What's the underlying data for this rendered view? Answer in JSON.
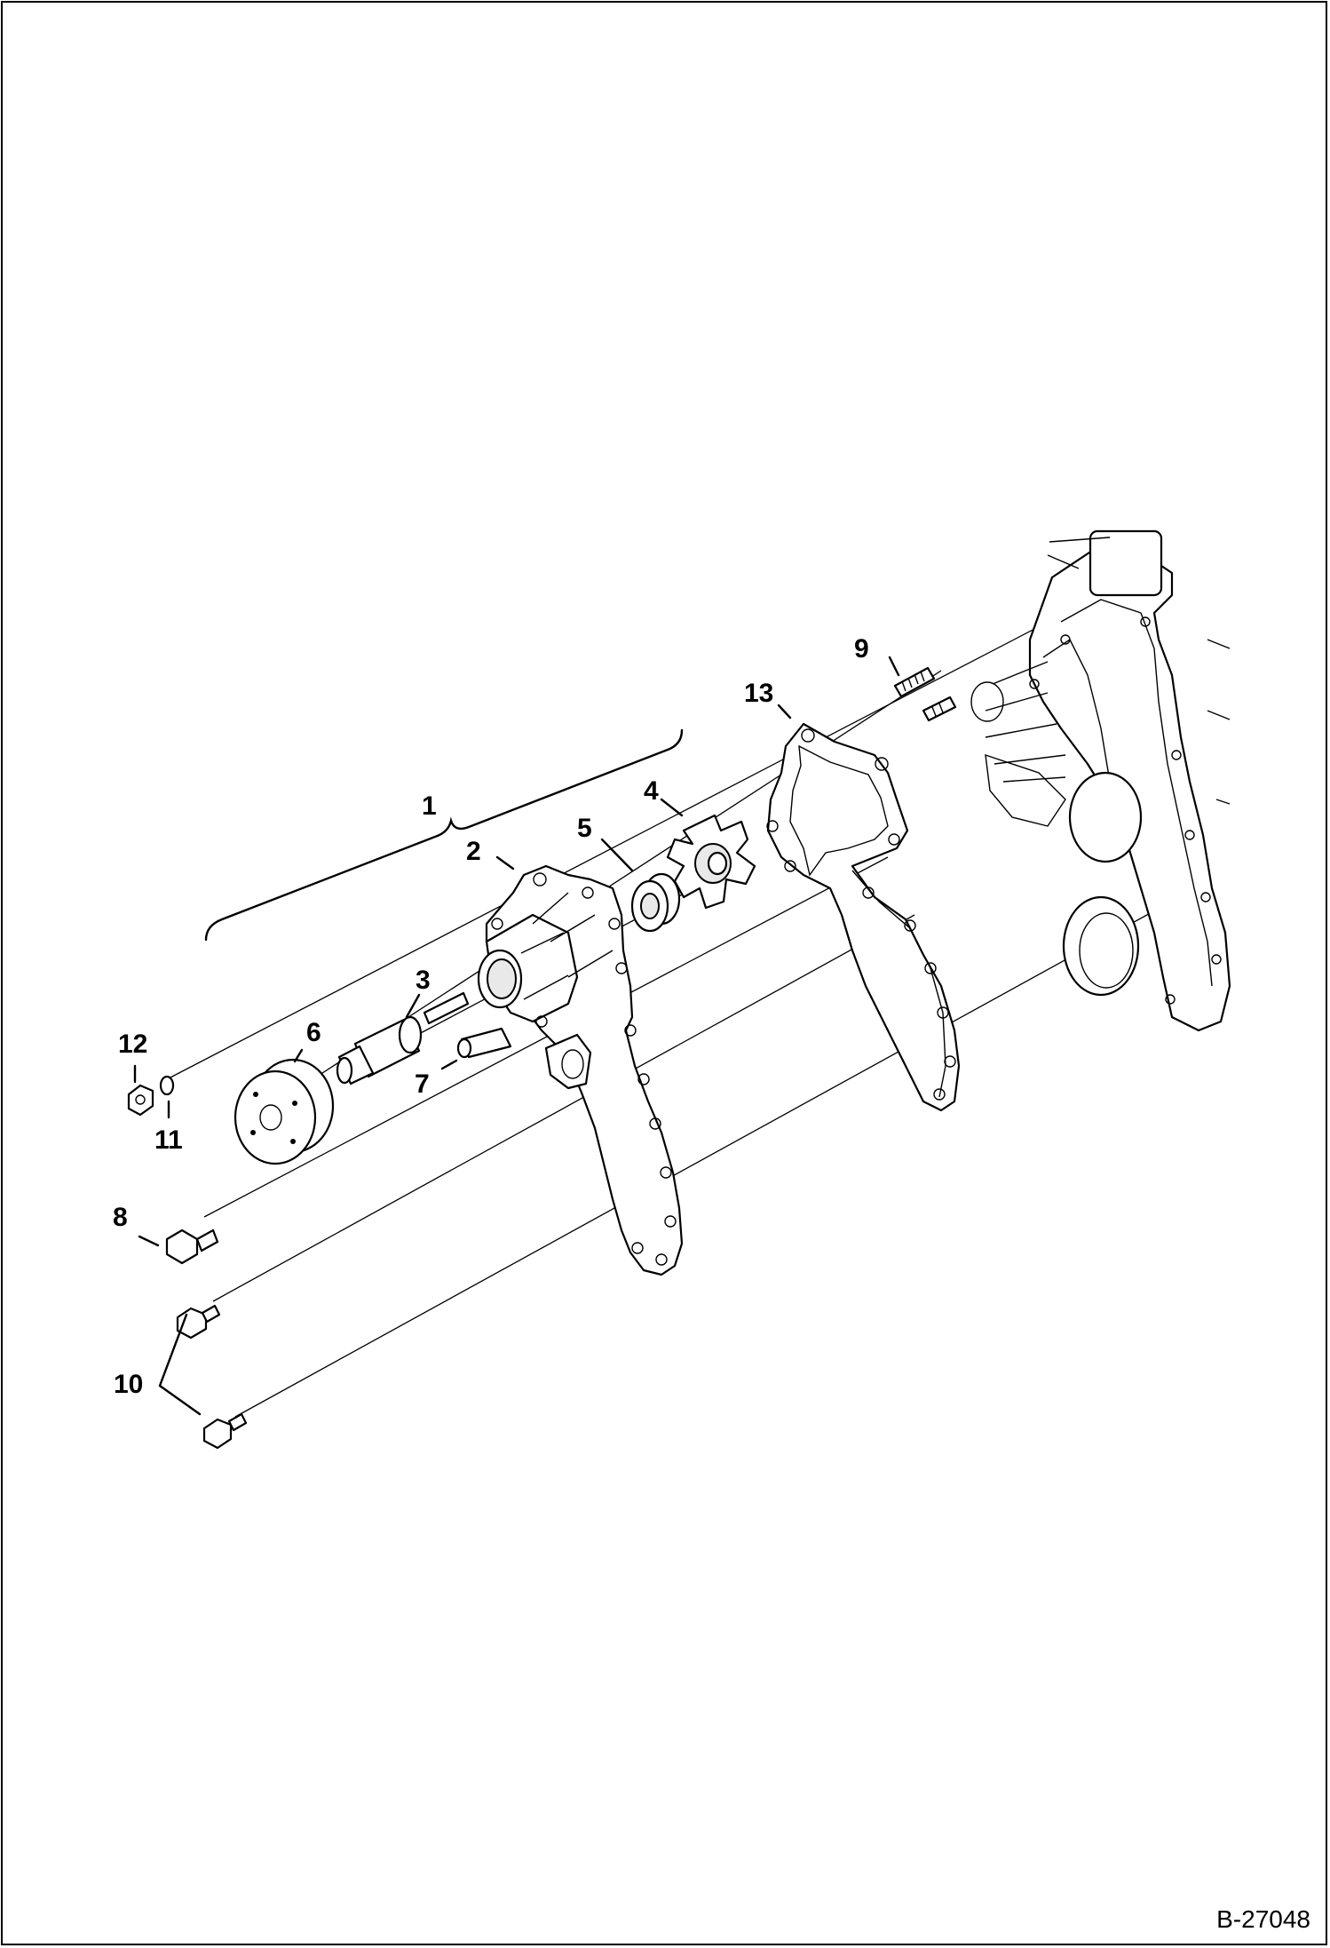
{
  "figure": {
    "reference": "B-27048",
    "callouts": [
      {
        "id": "1",
        "text": "1"
      },
      {
        "id": "2",
        "text": "2"
      },
      {
        "id": "3",
        "text": "3"
      },
      {
        "id": "4",
        "text": "4"
      },
      {
        "id": "5",
        "text": "5"
      },
      {
        "id": "6",
        "text": "6"
      },
      {
        "id": "7",
        "text": "7"
      },
      {
        "id": "8",
        "text": "8"
      },
      {
        "id": "9",
        "text": "9"
      },
      {
        "id": "10",
        "text": "10"
      },
      {
        "id": "11",
        "text": "11"
      },
      {
        "id": "12",
        "text": "12"
      },
      {
        "id": "13",
        "text": "13"
      }
    ]
  }
}
